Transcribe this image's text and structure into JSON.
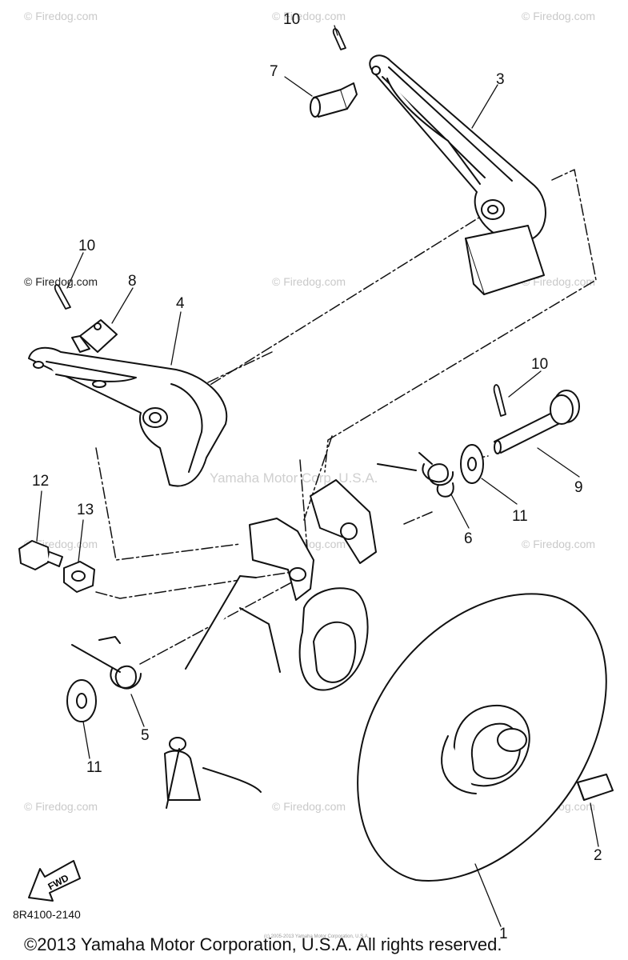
{
  "watermarks": {
    "brand": "© Firedog.com",
    "center": "Yamaha Motor Corp, U.S.A."
  },
  "callouts": {
    "c1": "1",
    "c2": "2",
    "c3": "3",
    "c4": "4",
    "c5": "5",
    "c6": "6",
    "c7": "7",
    "c8": "8",
    "c9": "9",
    "c10a": "10",
    "c10b": "10",
    "c10c": "10",
    "c11a": "11",
    "c11b": "11",
    "c12": "12",
    "c13": "13"
  },
  "fwd_label": "FWD",
  "document_number": "8R4100-2140",
  "copyright": "©2013 Yamaha Motor Corporation, U.S.A. All rights reserved.",
  "fine_print": "(c) 2005-2013 Yamaha Motor Corporation, U.S.A.",
  "colors": {
    "ink": "#111111",
    "watermark": "#c9c9c9"
  }
}
